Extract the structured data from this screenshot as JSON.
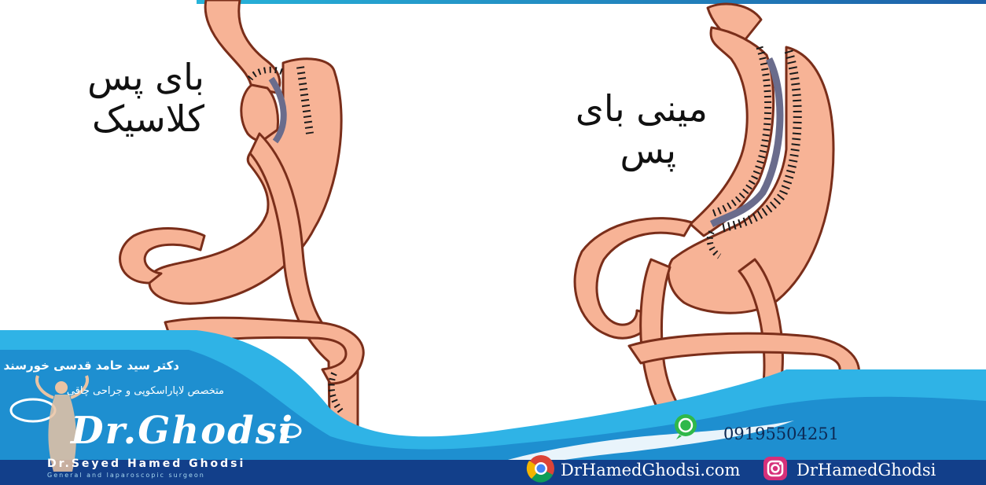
{
  "labels": {
    "classic_bypass": [
      "بای پس",
      "کلاسیک"
    ],
    "mini_bypass": [
      "مینی بای",
      "پس"
    ]
  },
  "branding": {
    "doctor_name_fa": "دکتر سید حامد قدسی خورسند",
    "specialty_fa": "متخصص لاپاراسکوپی و جراحی چاقی",
    "signature": "Dr.Ghodsi",
    "name_en": "Dr.Seyed Hamed Ghodsi",
    "subtitle_en": "General and laparoscopic surgeon"
  },
  "contact": {
    "phone": "09195504251",
    "website": "DrHamedGhodsi.com",
    "instagram": "DrHamedGhodsi"
  },
  "icons": [
    "whatsapp-icon",
    "chrome-icon",
    "instagram-icon",
    "logo-figure-icon"
  ],
  "colors": {
    "organ_fill": "#f7b396",
    "organ_outline": "#7a2e1a",
    "banner_blue": "#1e8fd0",
    "banner_dark": "#123f8a",
    "banner_light": "#2fb3e6"
  }
}
